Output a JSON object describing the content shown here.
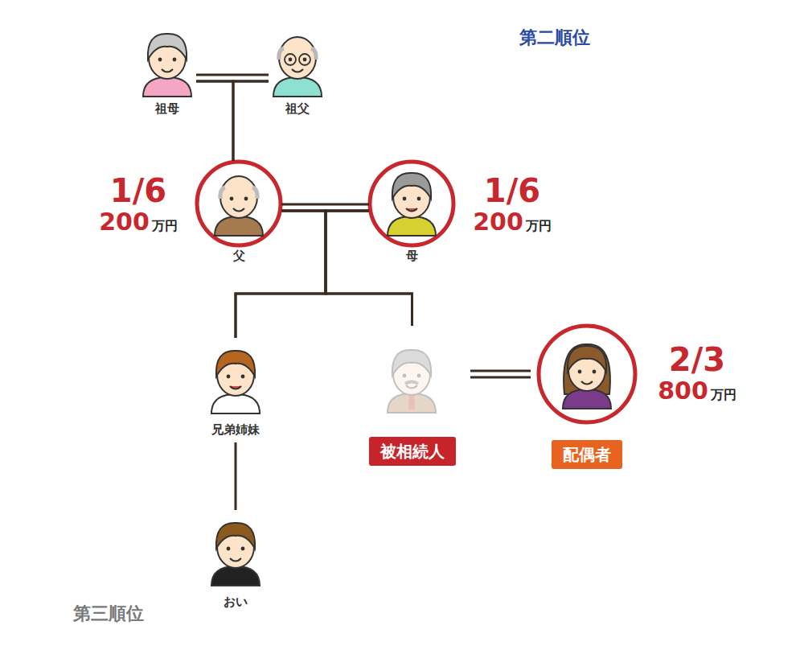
{
  "diagram": {
    "nodes": [
      {
        "text": [
          "第二順位"
        ]
      },
      {
        "text": [
          "祖母"
        ],
        "in": 0
      },
      {
        "text": [
          "祖父"
        ],
        "in": 0
      },
      {
        "text": [
          "1/6",
          "200",
          "万円",
          "父"
        ],
        "in": 0
      },
      {
        "text": [
          "1/6",
          "200",
          "万円",
          "母"
        ],
        "in": 0
      },
      {
        "text": [
          "第三順位"
        ]
      },
      {
        "text": [
          "兄弟姉妹"
        ],
        "in": 5
      },
      {
        "text": [
          "おい"
        ],
        "in": 5
      },
      {
        "text": [
          "被相続人"
        ]
      },
      {
        "text": [
          "2/3",
          "800",
          "万円",
          "配偶者"
        ]
      }
    ],
    "edges": [
      {
        "from": 1,
        "to": 2,
        "arrow": "none"
      },
      {
        "from": 1,
        "to": 3,
        "arrow": "none"
      },
      {
        "from": 2,
        "to": 3,
        "arrow": "none"
      },
      {
        "from": 3,
        "to": 4,
        "arrow": "none"
      },
      {
        "from": 3,
        "to": 6,
        "arrow": "none"
      },
      {
        "from": 4,
        "to": 6,
        "arrow": "none"
      },
      {
        "from": 3,
        "to": 8,
        "arrow": "none"
      },
      {
        "from": 4,
        "to": 8,
        "arrow": "none"
      },
      {
        "from": 6,
        "to": 7,
        "arrow": "none"
      },
      {
        "from": 8,
        "to": 9,
        "arrow": "none"
      }
    ]
  }
}
